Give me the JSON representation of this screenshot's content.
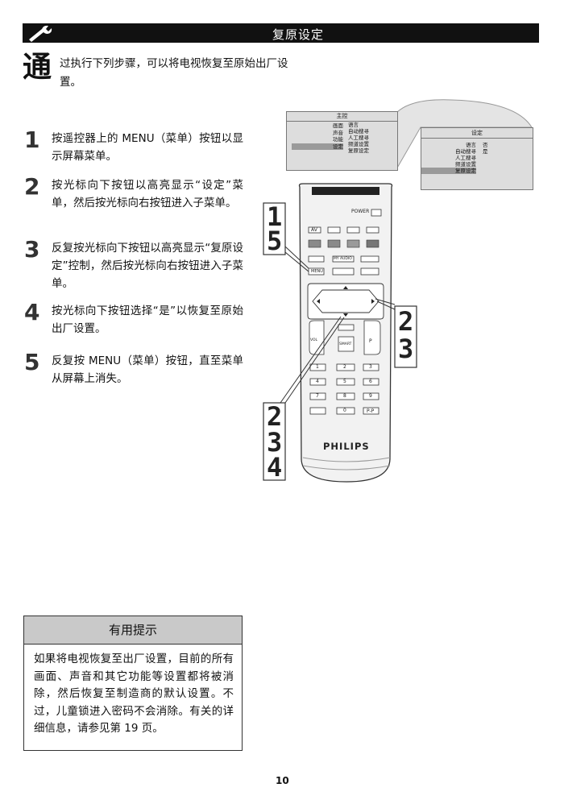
{
  "header": {
    "title": "复原设定",
    "icon": "wrench-icon"
  },
  "intro": {
    "initial": "通",
    "text": "过执行下列步骤，可以将电视恢复至原始出厂设置。"
  },
  "steps": [
    {
      "num": "1",
      "text": "按遥控器上的 MENU（菜单）按钮以显示屏幕菜单。"
    },
    {
      "num": "2",
      "text": "按光标向下按钮以高亮显示“设定”菜单，然后按光标向右按钮进入子菜单。"
    },
    {
      "num": "3",
      "text": "反复按光标向下按钮以高亮显示“复原设定”控制，然后按光标向右按钮进入子菜单。"
    },
    {
      "num": "4",
      "text": "按光标向下按钮选择“是”以恢复至原始出厂设置。"
    },
    {
      "num": "5",
      "text": "反复按 MENU（菜单）按钮，直至菜单从屏幕上消失。"
    }
  ],
  "main_menu": {
    "title": "主控",
    "items": [
      "画面",
      "声音",
      "功能",
      "设定"
    ],
    "sub_items": [
      "语言",
      "自动搜寻",
      "人工搜寻",
      "频道设置",
      "复原设定"
    ]
  },
  "settings_menu": {
    "title": "设定",
    "items": [
      "语言",
      "自动搜寻",
      "人工搜寻",
      "频道设置",
      "复原设定"
    ],
    "options": [
      "否",
      "是"
    ]
  },
  "remote": {
    "power_label": "POWER",
    "av_label": "AV",
    "menu_label": "MENU",
    "myaudio_label": "MY AUDIO",
    "smart_label": "SMART",
    "vol_label": "VOL",
    "p_label": "P",
    "pp_label": "P-P",
    "digits": [
      "1",
      "2",
      "3",
      "4",
      "5",
      "6",
      "7",
      "8",
      "9",
      "0"
    ],
    "brand": "PHILIPS"
  },
  "callouts": {
    "left_top": [
      "1",
      "5"
    ],
    "right": [
      "2",
      "3"
    ],
    "left_bottom": [
      "2",
      "3",
      "4"
    ]
  },
  "tip": {
    "title": "有用提示",
    "text": "如果将电视恢复至出厂设置，目前的所有画面、声音和其它功能等设置都将被消除，然后恢复至制造商的默认设置。不过，儿童锁进入密码不会消除。有关的详细信息，请参见第 19 页。"
  },
  "page_number": "10"
}
